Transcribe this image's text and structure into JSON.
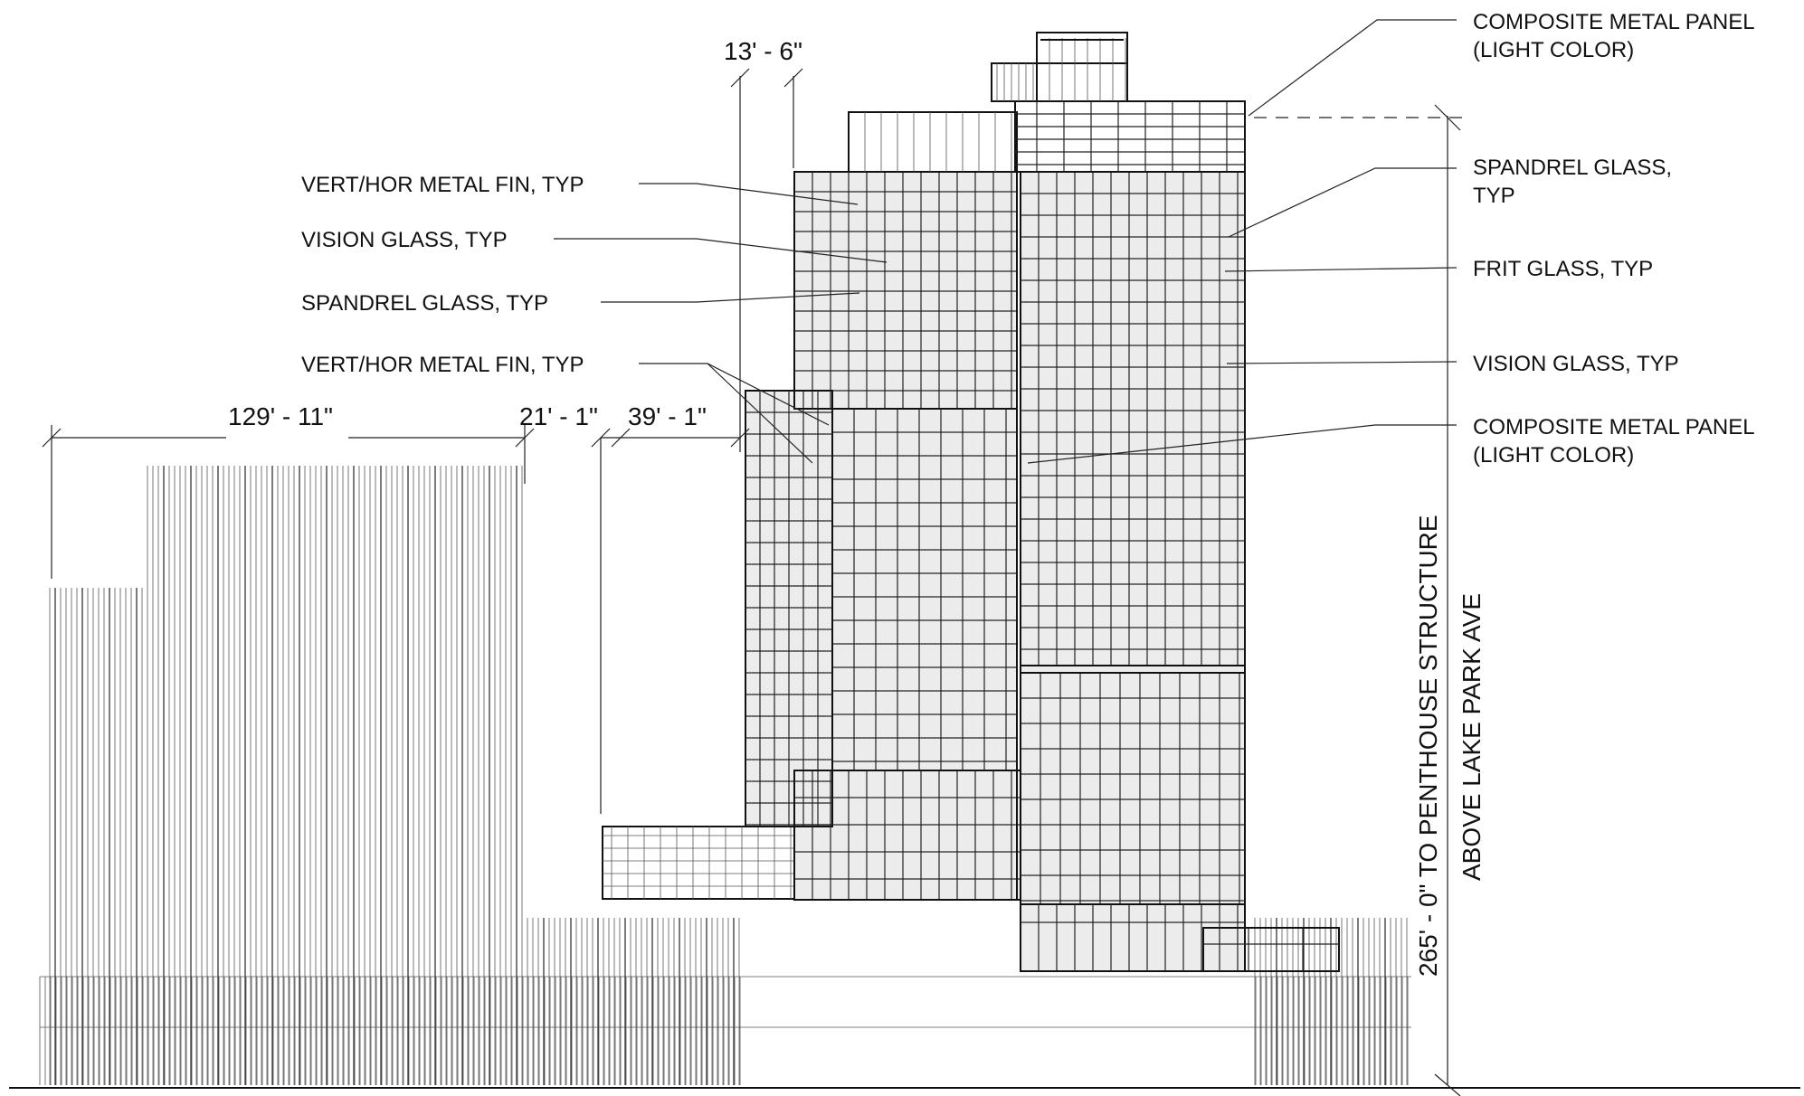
{
  "callouts": {
    "left": [
      "VERT/HOR METAL FIN, TYP",
      "VISION GLASS, TYP",
      "SPANDREL GLASS, TYP",
      "VERT/HOR METAL FIN, TYP"
    ],
    "right_top_line1": "COMPOSITE METAL PANEL",
    "right_top_line2": "(LIGHT COLOR)",
    "right_spandrel_line1": "SPANDREL GLASS,",
    "right_spandrel_line2": "TYP",
    "right_frit": "FRIT GLASS, TYP",
    "right_vision": "VISION GLASS, TYP",
    "right_panel_line1": "COMPOSITE METAL PANEL",
    "right_panel_line2": "(LIGHT COLOR)"
  },
  "dimensions": {
    "top_offset": "13' - 6\"",
    "left_width": "129' - 11\"",
    "mid_a": "21' - 1\"",
    "mid_b": "39' - 1\"",
    "height_line1": "265' - 0\" TO PENTHOUSE STRUCTURE",
    "height_line2": "ABOVE LAKE PARK AVE"
  },
  "colors": {
    "ink": "#111111",
    "paper": "#ffffff"
  }
}
